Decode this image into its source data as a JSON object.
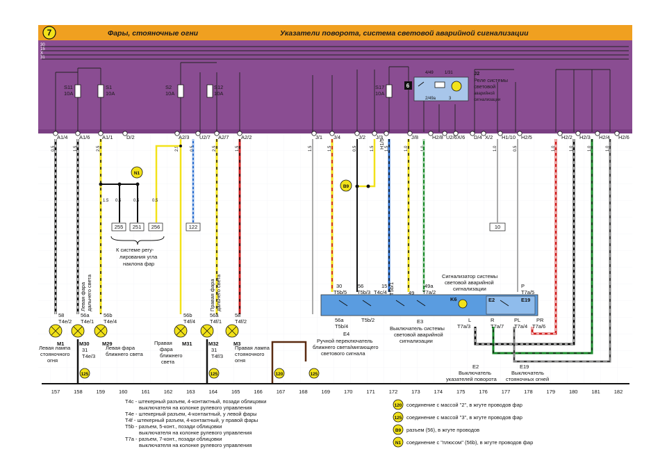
{
  "header": {
    "page_number": "7",
    "title_left": "Фары, стояночные огни",
    "title_right": "Указатели поворота, система световой аварийной сигнализации",
    "color_orange": "#f0a020",
    "color_purple": "#8a4d92"
  },
  "bus": {
    "labels": [
      "30",
      "15",
      "X",
      "31"
    ]
  },
  "fuses": [
    {
      "id": "S11",
      "rating": "10A"
    },
    {
      "id": "S1",
      "rating": "10A"
    },
    {
      "id": "S2",
      "rating": "10A"
    },
    {
      "id": "S12",
      "rating": "10A"
    },
    {
      "id": "S17",
      "rating": "10A"
    }
  ],
  "relay": {
    "num": "6",
    "pin_a": "4/49",
    "pin_b": "1/31",
    "pin_c": "2/49a",
    "pin_d": "3",
    "id": "J2",
    "desc": [
      "Реле системы",
      "световой",
      "аварийной",
      "сигнализации"
    ]
  },
  "connectors": [
    "A1/4",
    "A1/6",
    "A1/1",
    "D/2",
    "A2/3",
    "U2/7",
    "A2/7",
    "A2/2",
    "J/1",
    "J/4",
    "J/2",
    "J/3",
    "H1/5",
    "J/8",
    "H2/8",
    "U2/6",
    "X/6",
    "D/4",
    "X/2",
    "H1/10",
    "H2/5",
    "H2/2",
    "H2/3",
    "H2/4",
    "H2/6"
  ],
  "wire_sizes": [
    "0.5",
    "1.5",
    "2.5",
    "2.5",
    "0.5",
    "2.5",
    "1.5",
    "1.5",
    "1.5",
    "0.5",
    "1.5",
    "1.5",
    "1.0",
    "1.0",
    "1.0",
    "0.5",
    "1.0",
    "1.0",
    "1.0",
    "1.0"
  ],
  "n1": {
    "label": "N1",
    "sizes": [
      "1.5",
      "0.5",
      "0.5",
      "0.5"
    ],
    "boxes": [
      "255",
      "251",
      "256",
      "122"
    ],
    "note": [
      "К системе регу-",
      "лирования угла",
      "наклона фар"
    ]
  },
  "b9": {
    "label": "B9"
  },
  "wire_10": {
    "label": "10"
  },
  "e4": {
    "pins": [
      "30",
      "56",
      "15",
      "49",
      "49a",
      "P"
    ],
    "terms": [
      "T5b/5",
      "T5b/3",
      "T4c/4",
      "T5b/1",
      "T7a/2",
      "T7a/5"
    ],
    "k6": "K6",
    "e2": "E2",
    "e19": "E19",
    "sub_left": [
      "56a",
      "T5b/4"
    ],
    "sub_mid": "T5b/2",
    "sub_e3": "E3",
    "sub_right": [
      "L",
      "T7a/3",
      "R",
      "T7a/7",
      "PL",
      "T7a/4",
      "PR",
      "T7a/6"
    ],
    "desc_k6": [
      "Сигнализатор системы",
      "световой аварийной",
      "сигнализации"
    ],
    "desc_e4": [
      "E4",
      "Ручной переключатель",
      "ближнего света/мигающего",
      "светового сигнала"
    ],
    "desc_e3": [
      "Выключатель системы",
      "световой аварийной",
      "сигнализации"
    ],
    "desc_e2": [
      "E2",
      "Выключатель",
      "указателей поворота"
    ],
    "desc_e19": [
      "E19",
      "Выключатель",
      "стояночных огней"
    ]
  },
  "lamps": [
    {
      "id": "M1",
      "pin": "58",
      "term": "T4e/2",
      "desc": [
        "Левая лампа",
        "стояночного",
        "огня"
      ]
    },
    {
      "id": "M30",
      "pin": "56a",
      "term": "T4e/1",
      "desc": [
        "Левая фара",
        "дальнего света"
      ],
      "ground": [
        "31",
        "T4e/3"
      ]
    },
    {
      "id": "M29",
      "pin": "56b",
      "term": "T4e/4",
      "desc": [
        "Левая фара",
        "ближнего света"
      ]
    },
    {
      "id": "M31",
      "pin": "56b",
      "term": "T4f/4",
      "desc": [
        "Правая",
        "фара",
        "ближнего",
        "света"
      ]
    },
    {
      "id": "M32",
      "pin": "56a",
      "term": "T4f/1",
      "desc": [
        "Правая фара",
        "дальнего света"
      ],
      "ground": [
        "31",
        "T4f/3"
      ]
    },
    {
      "id": "M3",
      "pin": "58",
      "term": "T4f/2",
      "desc": [
        "Правая лампа",
        "стояночного",
        "огня"
      ]
    }
  ],
  "grounds": [
    "125",
    "120",
    "125",
    "125"
  ],
  "bottom_numbers": [
    "157",
    "158",
    "159",
    "160",
    "161",
    "162",
    "163",
    "164",
    "165",
    "166",
    "167",
    "168",
    "169",
    "170",
    "171",
    "172",
    "173",
    "174",
    "175",
    "176",
    "177",
    "178",
    "179",
    "180",
    "181",
    "182"
  ],
  "legend_left": [
    "T4c - штекерный разъем, 4-контактный, позади облицовки",
    "выключателя на колонке рулевого управления",
    "T4e - штекерный разъем, 4-контактный, у левой фары",
    "T4f - штекерный разъем, 4-контактный, у правой фары",
    "T5b - разъем, 5-конт., позади облицовки",
    "выключателя на колонке рулевого управления",
    "T7a - разъем, 7-конт., позади облицовки",
    "выключателя на колонке рулевого управления"
  ],
  "legend_right": [
    {
      "code": "120",
      "text": "соединение с массой \"2\", в жгуте проводов фар"
    },
    {
      "code": "125",
      "text": "соединение с массой \"3\", в жгуте проводов фар"
    },
    {
      "code": "B9",
      "text": "разъем (56), в жгуте проводов"
    },
    {
      "code": "N1",
      "text": "соединение с \"плюсом\" (56b), в жгуте проводов фар"
    }
  ],
  "colors": {
    "yellow": "#f2e21a",
    "red": "#d02020",
    "blue": "#2a6fd0",
    "green": "#1a8a2a",
    "gray": "#aaaaaa",
    "black": "#111111",
    "brown": "#5a2a10",
    "switch_blue": "#5a9ce0"
  }
}
